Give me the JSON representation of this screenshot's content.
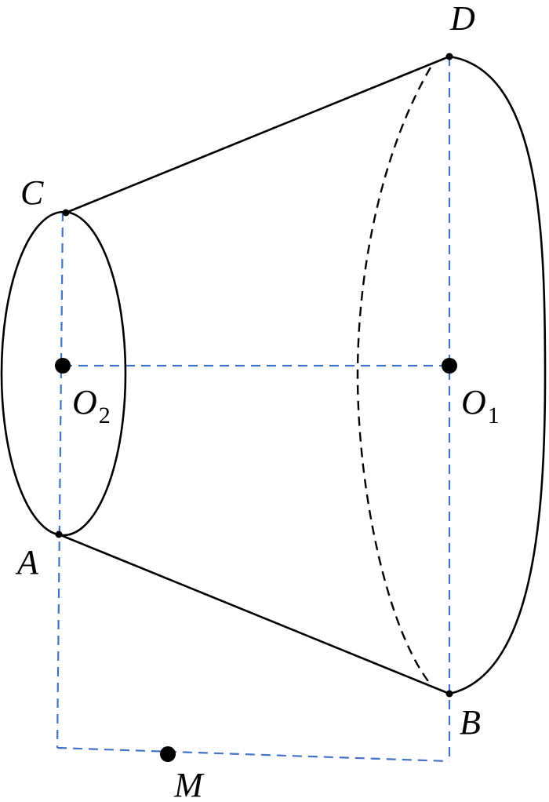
{
  "diagram": {
    "points": {
      "A": "A",
      "B": "B",
      "C": "C",
      "D": "D",
      "M": "M",
      "O1": {
        "letter": "O",
        "subscript": "1"
      },
      "O2": {
        "letter": "O",
        "subscript": "2"
      }
    }
  }
}
